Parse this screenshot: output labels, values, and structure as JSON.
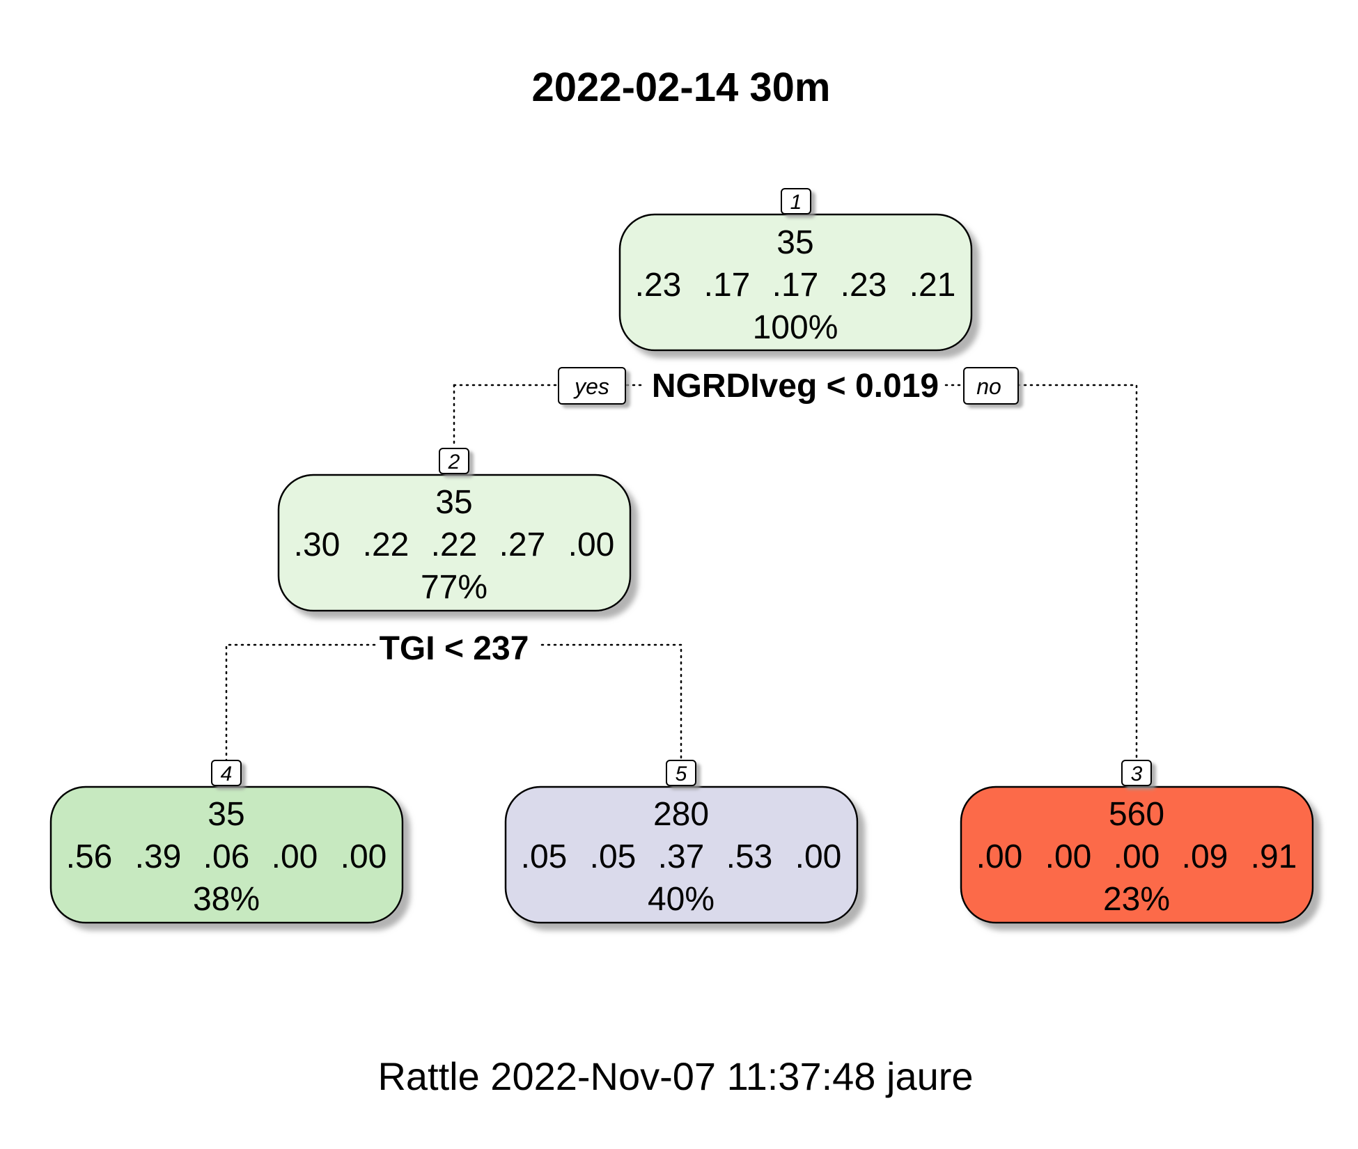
{
  "title": "2022-02-14 30m",
  "footer": "Rattle 2022-Nov-07 11:37:48 jaure",
  "tree": {
    "nodes": [
      {
        "id": "1",
        "value": "35",
        "probs": [
          ".23",
          ".17",
          ".17",
          ".23",
          ".21"
        ],
        "percent": "100%",
        "fill": "#e5f5e0"
      },
      {
        "id": "2",
        "value": "35",
        "probs": [
          ".30",
          ".22",
          ".22",
          ".27",
          ".00"
        ],
        "percent": "77%",
        "fill": "#e5f5e0"
      },
      {
        "id": "4",
        "value": "35",
        "probs": [
          ".56",
          ".39",
          ".06",
          ".00",
          ".00"
        ],
        "percent": "38%",
        "fill": "#c7e9c0"
      },
      {
        "id": "5",
        "value": "280",
        "probs": [
          ".05",
          ".05",
          ".37",
          ".53",
          ".00"
        ],
        "percent": "40%",
        "fill": "#dadaeb"
      },
      {
        "id": "3",
        "value": "560",
        "probs": [
          ".00",
          ".00",
          ".00",
          ".09",
          ".91"
        ],
        "percent": "23%",
        "fill": "#fc6a4a"
      }
    ],
    "splits": [
      {
        "node": "1",
        "label": "NGRDIveg < 0.019",
        "yes": "yes",
        "no": "no"
      },
      {
        "node": "2",
        "label": "TGI < 237"
      }
    ]
  }
}
